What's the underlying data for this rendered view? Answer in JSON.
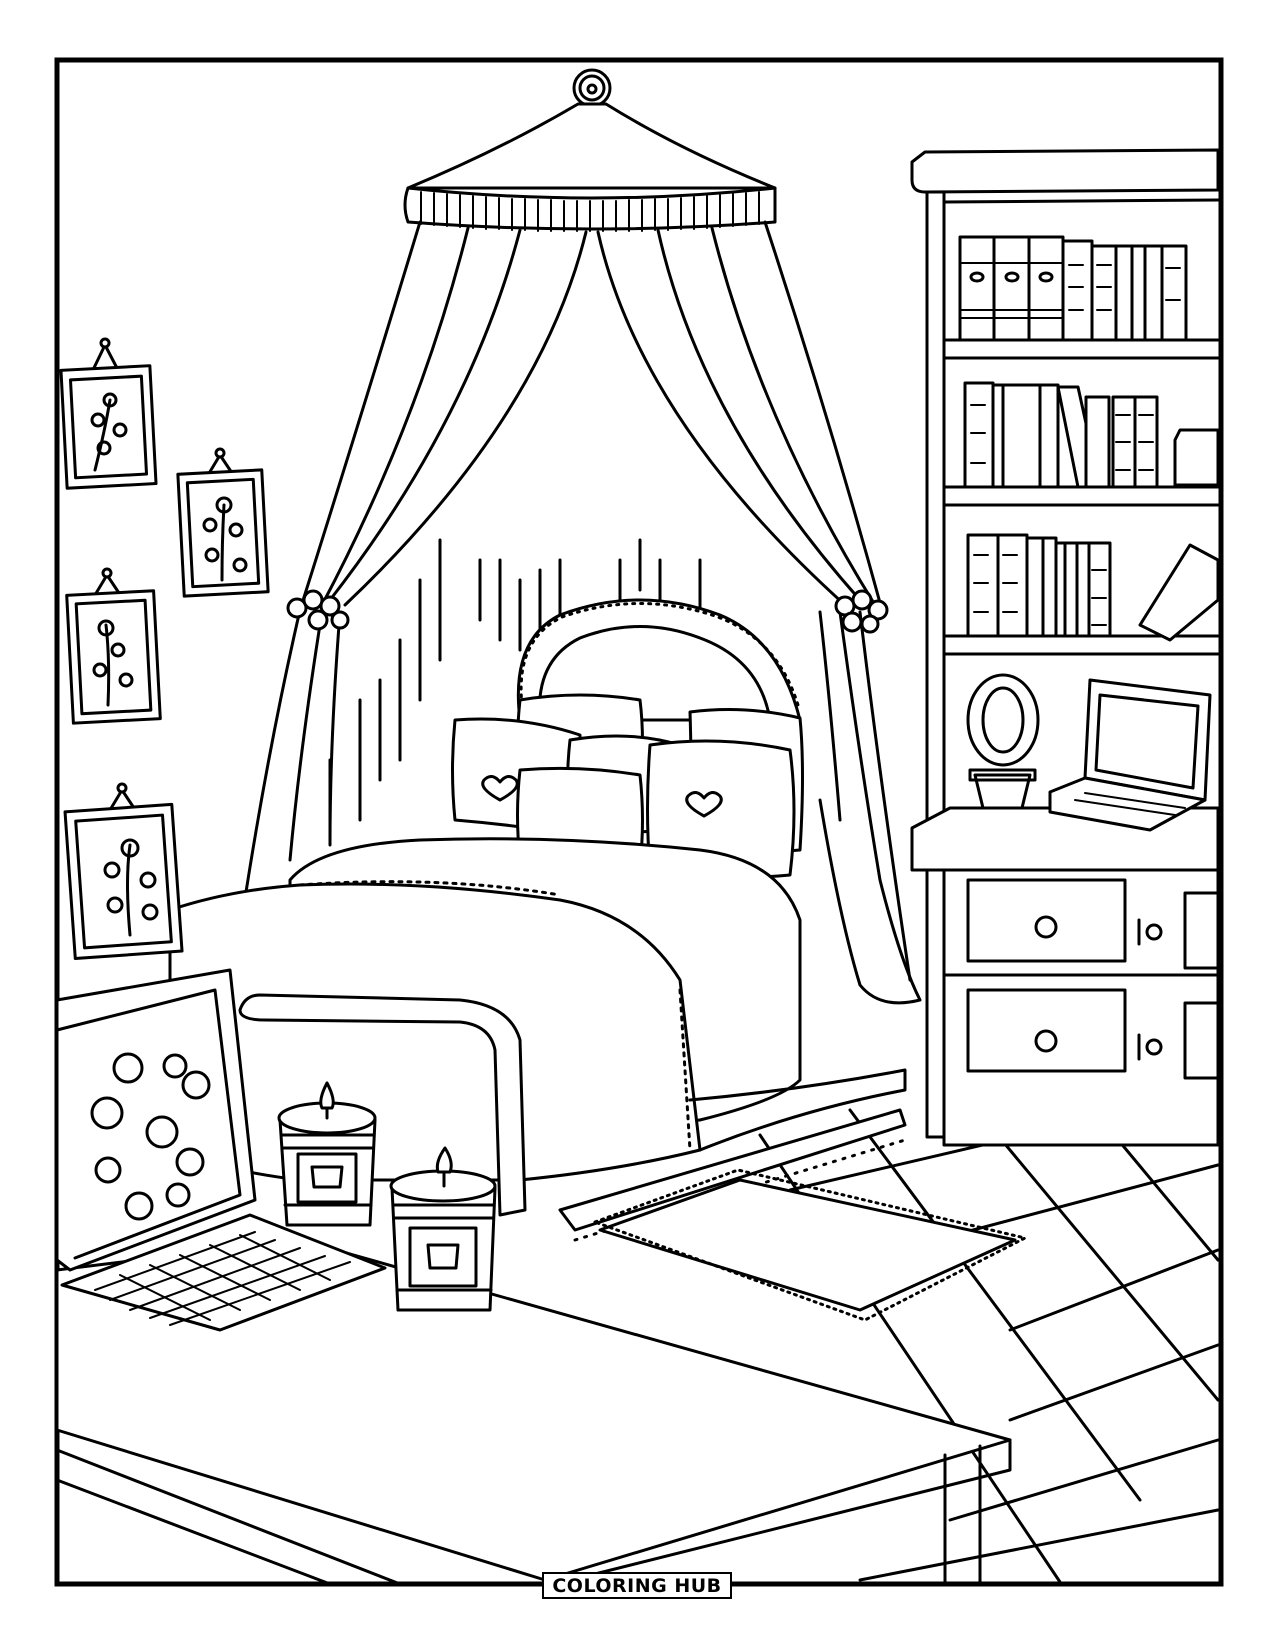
{
  "page": {
    "type": "coloring-page",
    "subject": "cozy bedroom with canopy bed"
  },
  "footer": {
    "brand_label": "COLORING HUB"
  },
  "scene": {
    "elements": [
      "canopy-curtain",
      "bed-with-pillows",
      "framed-flower-pictures",
      "bookshelf",
      "side-cabinet",
      "mirror-plant",
      "small-laptop",
      "desk-laptop",
      "candles",
      "rug",
      "tiled-floor"
    ],
    "colors": {
      "line": "#000000",
      "background": "#ffffff"
    }
  }
}
